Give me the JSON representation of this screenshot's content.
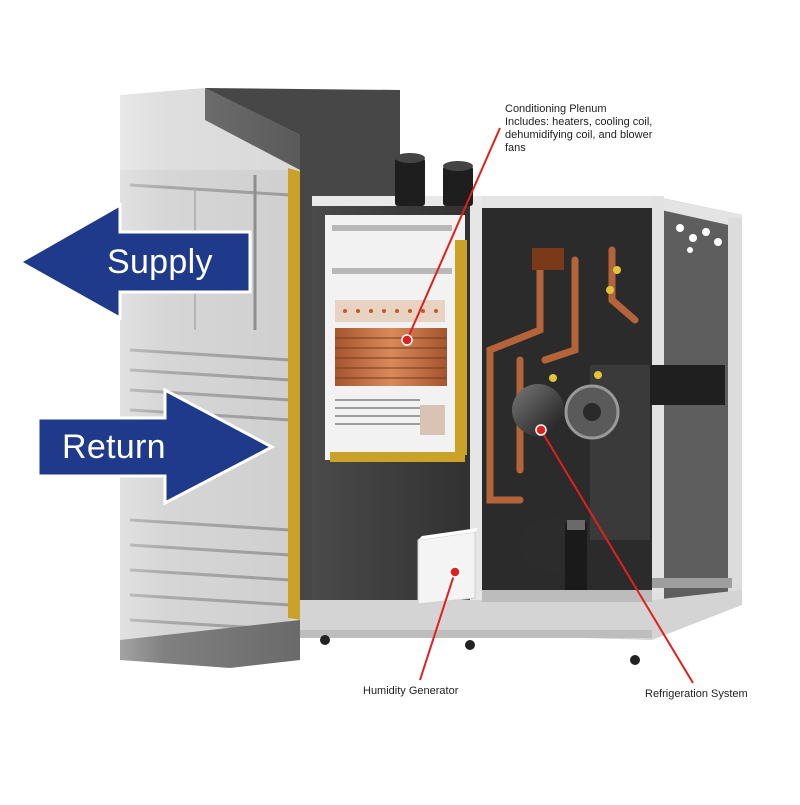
{
  "arrows": {
    "supply_label": "Supply",
    "return_label": "Return",
    "color": "#1f3a8a"
  },
  "callouts": {
    "plenum": {
      "lines": [
        "Conditioning Plenum",
        "Includes: heaters, cooling coil,",
        "dehumidifying coil, and blower",
        "fans"
      ]
    },
    "humidity": {
      "label": "Humidity Generator"
    },
    "refrigeration": {
      "label": "Refrigeration System"
    }
  },
  "colors": {
    "leader_line": "#e0201c",
    "cabinet_dark": "#3c3c3c",
    "frame_light": "#d8d8d8",
    "plenum_trim": "#c9a227",
    "copper_pipe": "#b5643a"
  }
}
